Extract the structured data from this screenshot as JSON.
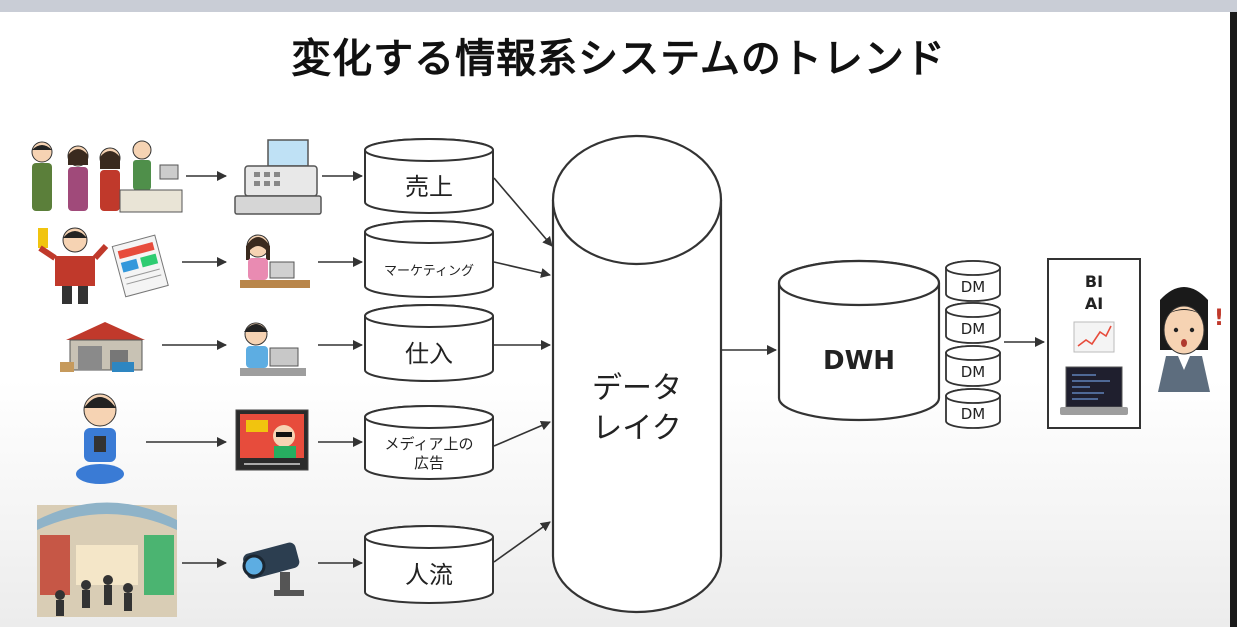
{
  "slide": {
    "title": "変化する情報系システムのトレンド"
  },
  "sources": [
    {
      "name": "売上",
      "icon": "cashier-queue-icon",
      "device": "cash-register-icon"
    },
    {
      "name": "マーケティング",
      "icon": "flyer-man-icon",
      "device": "laptop-woman-icon"
    },
    {
      "name": "仕入",
      "icon": "warehouse-icon",
      "device": "laptop-man-icon"
    },
    {
      "name": "メディア上の広告",
      "name_lines": [
        "メディア上の",
        "広告"
      ],
      "icon": "smartphone-user-icon",
      "device": "video-ad-icon"
    },
    {
      "name": "人流",
      "icon": "shopping-arcade-icon",
      "device": "security-camera-icon"
    }
  ],
  "data_lake": {
    "lines": [
      "データ",
      "レイク"
    ]
  },
  "dwh": {
    "label": "DWH"
  },
  "data_marts": [
    "DM",
    "DM",
    "DM",
    "DM"
  ],
  "bi_panel": {
    "lines": [
      "BI",
      "AI"
    ],
    "icons": [
      "line-chart-icon",
      "laptop-dashboard-icon"
    ]
  },
  "user": {
    "icon": "businesswoman-surprised-icon"
  },
  "colors": {
    "stroke": "#333333",
    "accent_red": "#c0392b",
    "skin": "#f6d3b3"
  }
}
